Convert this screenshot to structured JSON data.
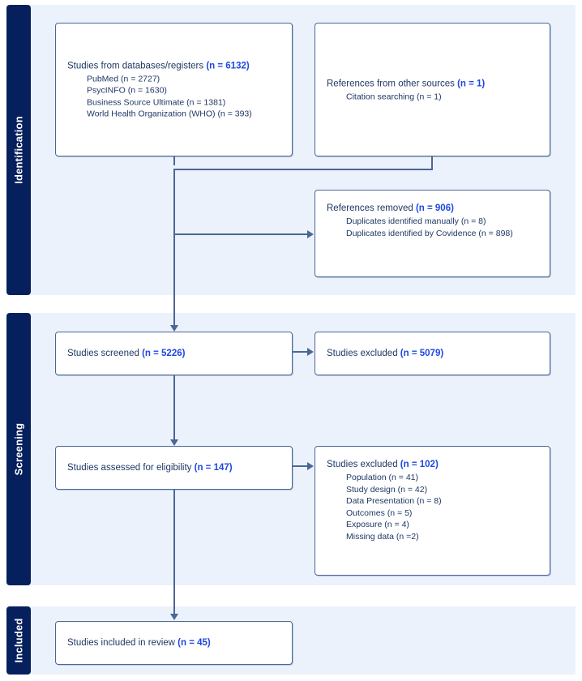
{
  "diagram": {
    "type": "prisma-flow-diagram",
    "colors": {
      "band_tab_bg": "#05205c",
      "band_bg": "#ecf2fc",
      "box_border": "#4a6795",
      "text_navy": "#1f3864",
      "count_blue": "#1f47e0",
      "connector": "#4a6795"
    }
  },
  "stages": [
    {
      "id": "identification",
      "label": "Identification"
    },
    {
      "id": "screening",
      "label": "Screening"
    },
    {
      "id": "included",
      "label": "Included"
    }
  ],
  "boxes": {
    "databases": {
      "title_text": "Studies from databases/registers ",
      "title_count": "(n = 6132)",
      "items": [
        "PubMed (n = 2727)",
        "PsycINFO (n = 1630)",
        "Business Source Ultimate (n = 1381)",
        "World Health Organization (WHO) (n = 393)"
      ]
    },
    "other_sources": {
      "title_text": "References from other sources ",
      "title_count": "(n = 1)",
      "items": [
        "Citation searching (n = 1)"
      ]
    },
    "removed": {
      "title_text": "References removed ",
      "title_count": "(n = 906)",
      "items": [
        "Duplicates identified manually (n = 8)",
        "Duplicates identified by Covidence (n = 898)"
      ]
    },
    "screened": {
      "title_text": "Studies screened ",
      "title_count": "(n = 5226)",
      "items": []
    },
    "excluded_screen": {
      "title_text": "Studies excluded ",
      "title_count": "(n = 5079)",
      "items": []
    },
    "eligibility": {
      "title_text": "Studies assessed for eligibility ",
      "title_count": "(n = 147)",
      "items": []
    },
    "excluded_eligibility": {
      "title_text": "Studies excluded ",
      "title_count": "(n = 102)",
      "items": [
        "Population (n = 41)",
        "Study design (n = 42)",
        "Data Presentation (n = 8)",
        "Outcomes (n = 5)",
        "Exposure (n = 4)",
        "Missing data (n =2)"
      ]
    },
    "included": {
      "title_text": "Studies included in review ",
      "title_count": "(n = 45)",
      "items": []
    }
  }
}
